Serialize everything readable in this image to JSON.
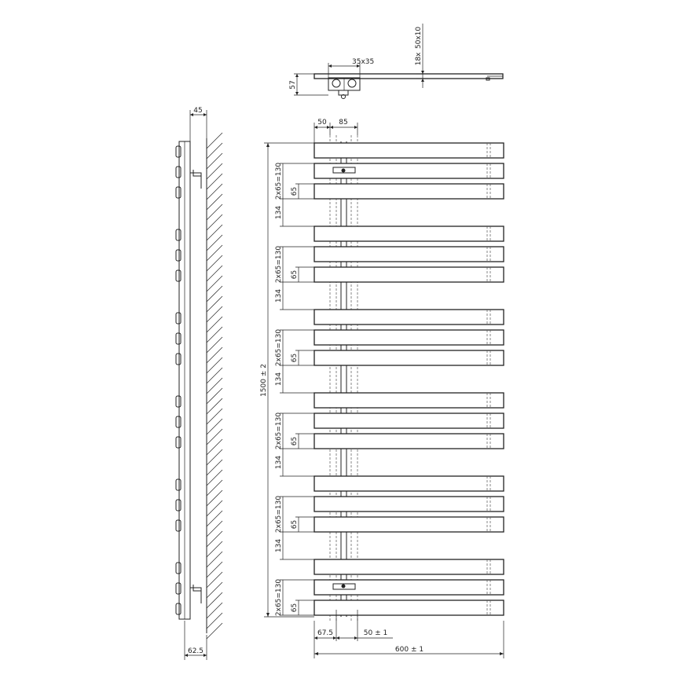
{
  "drawing": {
    "top_view": {
      "pipe_size": "35x35",
      "depth": "57",
      "bar_size": "50x10",
      "bar_thickness": "18x"
    },
    "side_view": {
      "wall_offset_top": "45",
      "wall_offset_bottom": "62.5"
    },
    "front_view": {
      "height": "1500 ± 2",
      "width": "600 ± 1",
      "top_dim_left": "50",
      "top_dim_mid": "85",
      "bottom_dim_left": "67.5",
      "bottom_dim_right": "50 ± 1",
      "group_label": "2x65=130",
      "spacing_label": "65",
      "gap_label": "134",
      "group_count": 6,
      "bars_per_group": 3
    }
  }
}
